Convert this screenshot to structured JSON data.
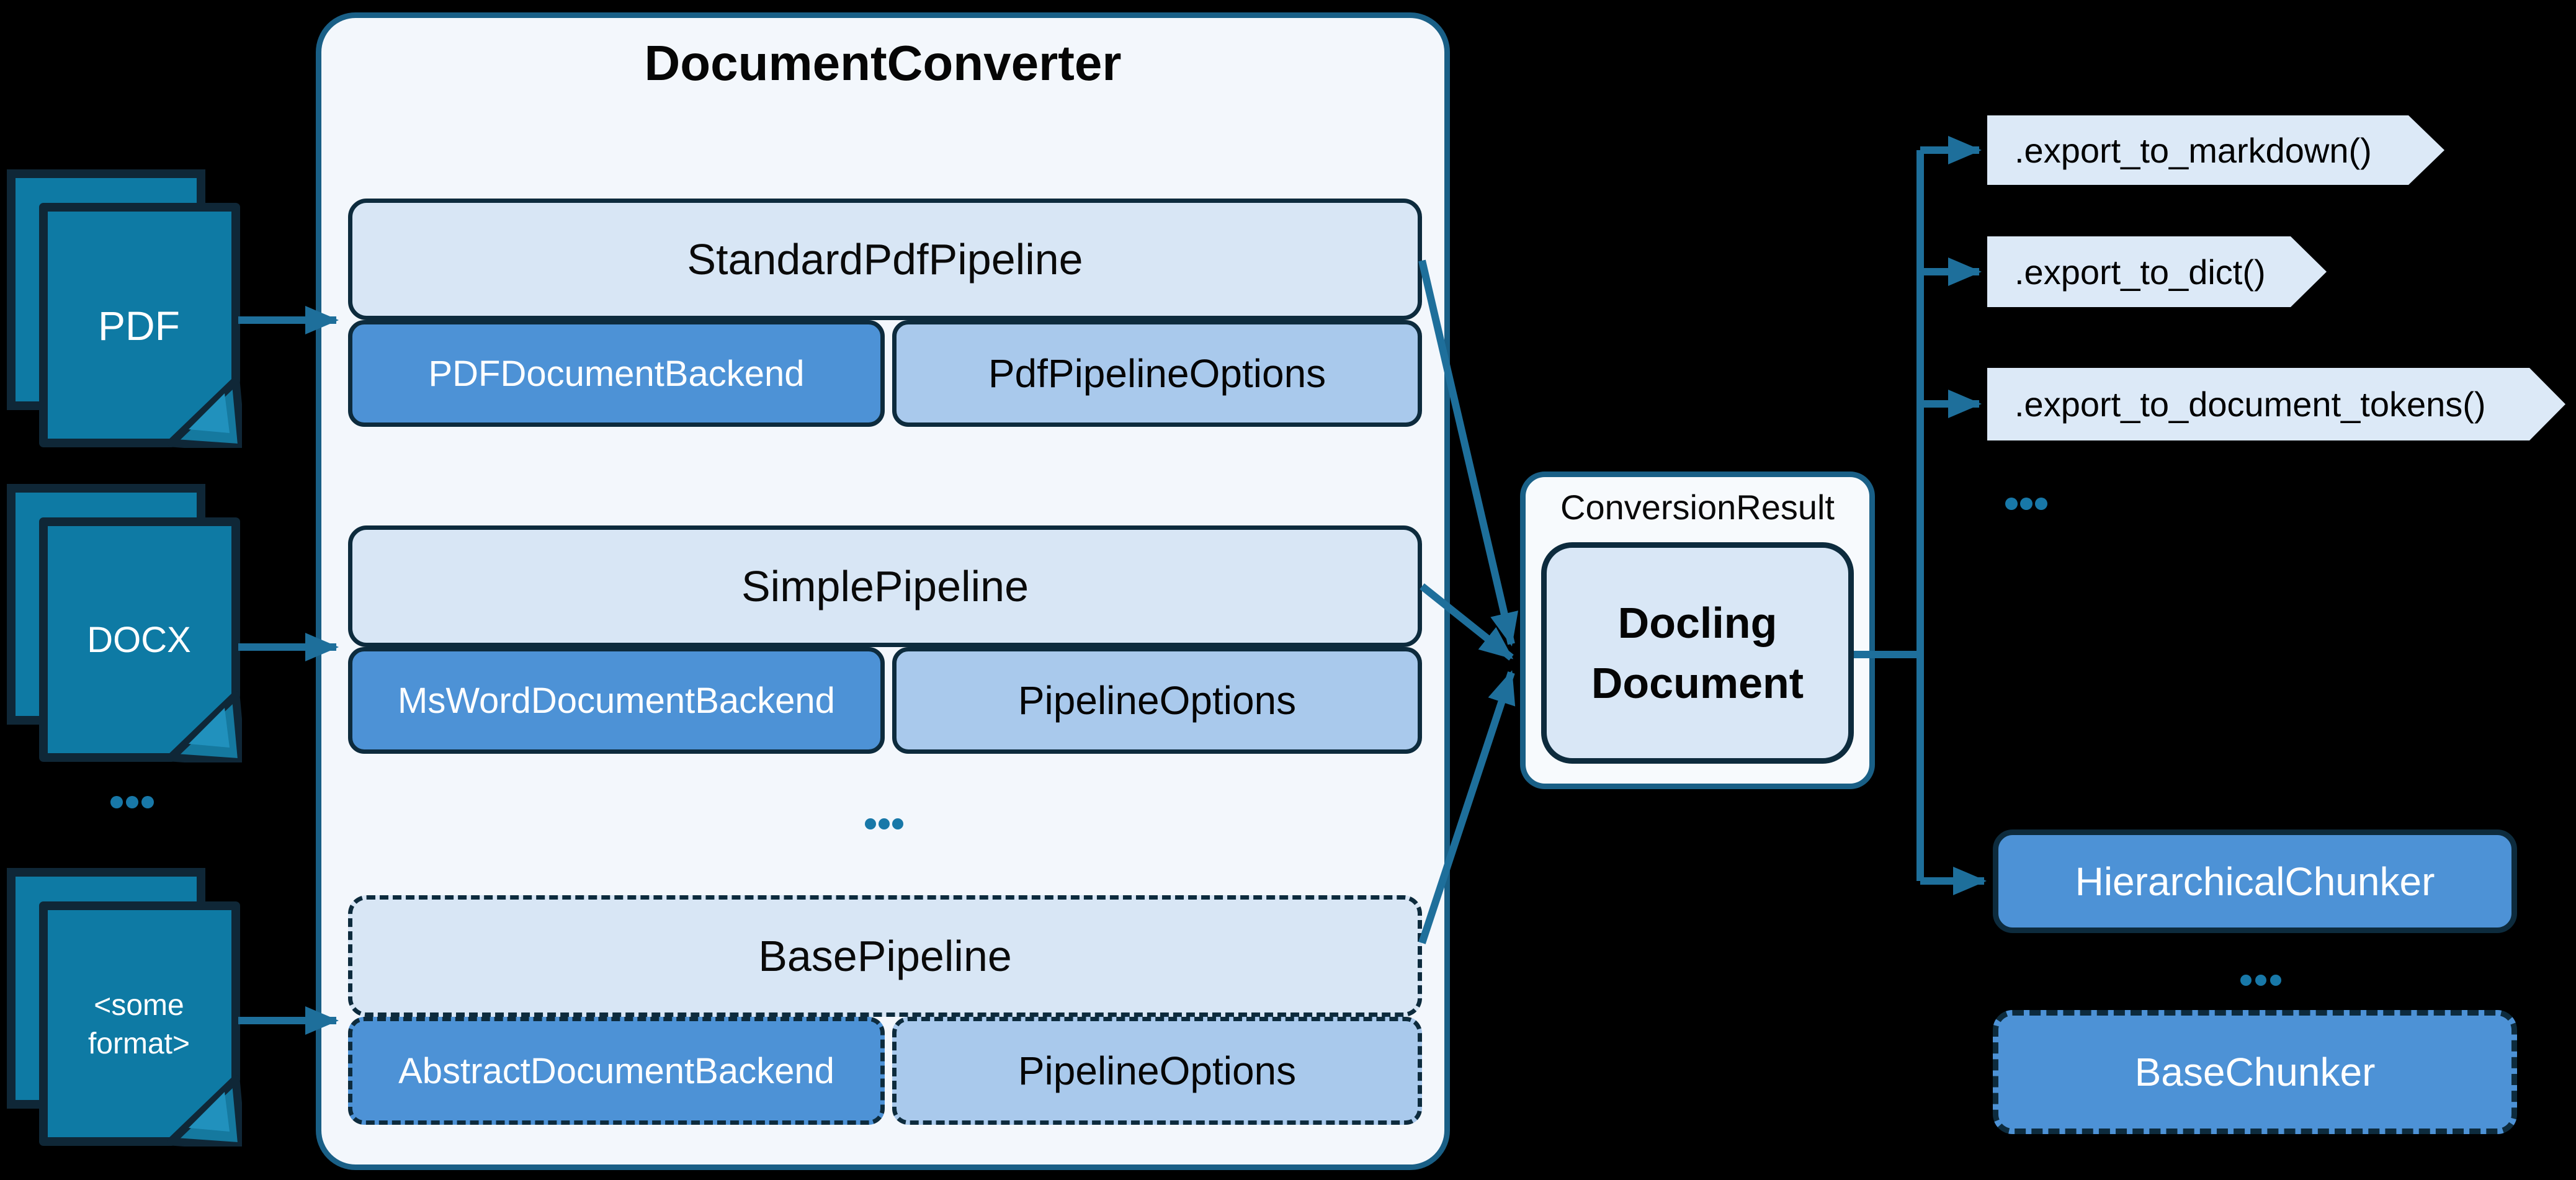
{
  "title": "DocumentConverter",
  "inputs": [
    {
      "name": "pdf",
      "label_lines": [
        "PDF"
      ]
    },
    {
      "name": "docx",
      "label_lines": [
        "DOCX"
      ]
    },
    {
      "name": "some-format",
      "label_lines": [
        "<some",
        "format>"
      ]
    }
  ],
  "inputs_ellipsis": "...",
  "pipelines": [
    {
      "pipeline": "StandardPdfPipeline",
      "backend": "PDFDocumentBackend",
      "options": "PdfPipelineOptions",
      "border": "solid"
    },
    {
      "pipeline": "SimplePipeline",
      "backend": "MsWordDocumentBackend",
      "options": "PipelineOptions",
      "border": "solid"
    },
    {
      "pipeline": "BasePipeline",
      "backend": "AbstractDocumentBackend",
      "options": "PipelineOptions",
      "border": "dashed"
    }
  ],
  "pipelines_ellipsis": "...",
  "result": {
    "wrapper_label": "ConversionResult",
    "document_lines": [
      "Docling",
      "Document"
    ]
  },
  "exports": {
    "methods": [
      ".export_to_markdown()",
      ".export_to_dict()",
      ".export_to_document_tokens()"
    ],
    "ellipsis": "..."
  },
  "chunkers": {
    "items": [
      {
        "label": "HierarchicalChunker",
        "border": "solid"
      },
      {
        "label": "BaseChunker",
        "border": "dashed"
      }
    ],
    "ellipsis": "..."
  },
  "colors": {
    "background": "#000000",
    "container_fill": "#f3f7fc",
    "container_border": "#195f86",
    "pipeline_fill": "#d8e6f5",
    "backend_fill": "#4d92d6",
    "options_fill": "#a9c9ec",
    "box_border": "#0d2b3d",
    "file_icon_fill": "#0e7aa4",
    "file_icon_border": "#0f2737",
    "arrow": "#1e6f9b",
    "pennant_fill": "#dce9f7",
    "docling_fill": "#d9e7f6",
    "result_fill": "#f7fafd",
    "ellipsis_dot": "#1878a8"
  }
}
